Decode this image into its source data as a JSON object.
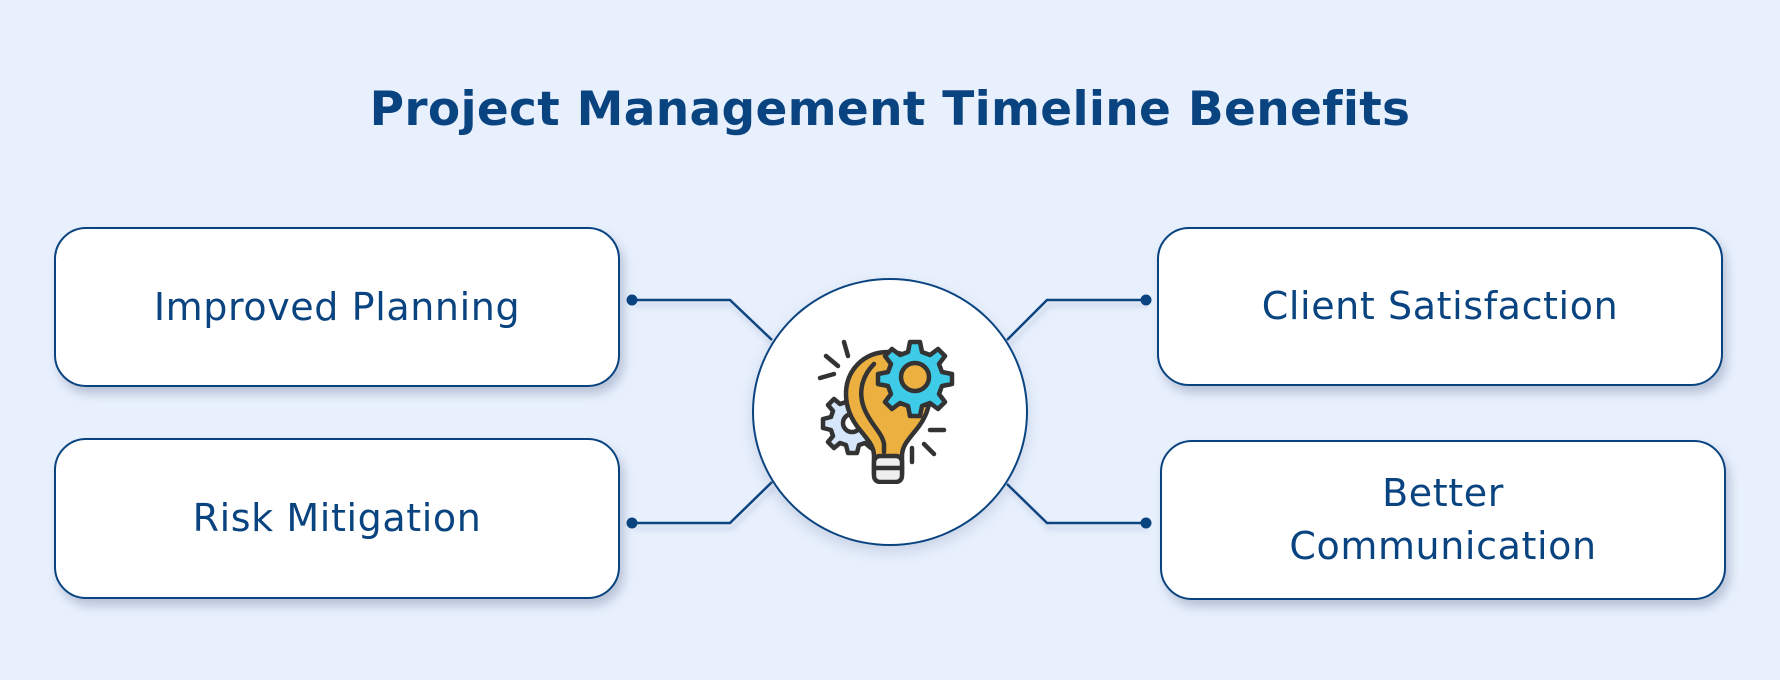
{
  "title": "Project Management Timeline Benefits",
  "colors": {
    "background": "#e8f0fd",
    "primary": "#0a4480",
    "box_fill": "#ffffff",
    "bulb": "#ecb040",
    "big_gear": "#3ecbe8",
    "small_gear": "#d6e6fb",
    "icon_outline": "#333333"
  },
  "hub": {
    "icon": "lightbulb-gears-icon"
  },
  "benefits": [
    {
      "position": "top-left",
      "label": "Improved Planning"
    },
    {
      "position": "bottom-left",
      "label": "Risk Mitigation"
    },
    {
      "position": "top-right",
      "label": "Client Satisfaction"
    },
    {
      "position": "bottom-right",
      "label_line1": "Better",
      "label_line2": "Communication"
    }
  ]
}
